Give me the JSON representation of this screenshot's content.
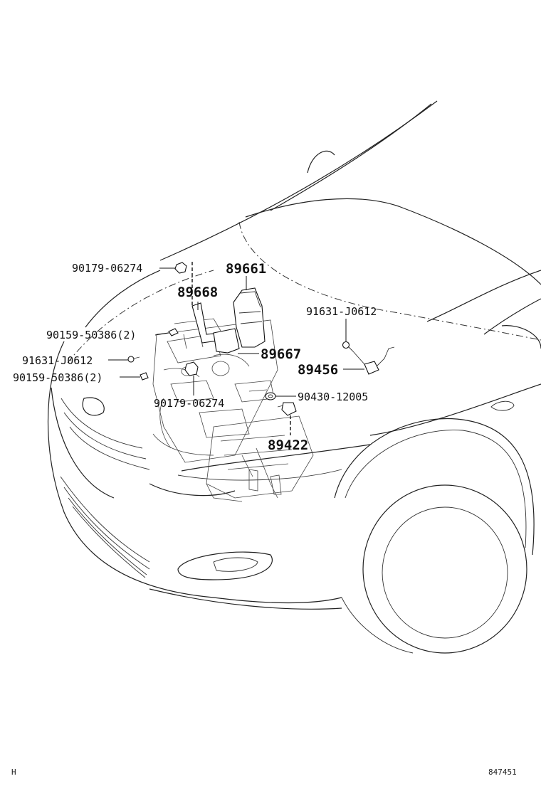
{
  "labels": {
    "nut_upper": "90179-06274",
    "ecu": "89661",
    "bracket": "89668",
    "bolt_right": "91631-J0612",
    "screw_upper": "90159-50386(2)",
    "bolt_left": "91631-J0612",
    "screw_lower": "90159-50386(2)",
    "nut_lower": "90179-06274",
    "ecu_bracket": "89667",
    "sensor_89456": "89456",
    "gasket": "90430-12005",
    "sensor_89422": "89422"
  },
  "footer": {
    "left_code": "H",
    "right_code": "847451"
  }
}
